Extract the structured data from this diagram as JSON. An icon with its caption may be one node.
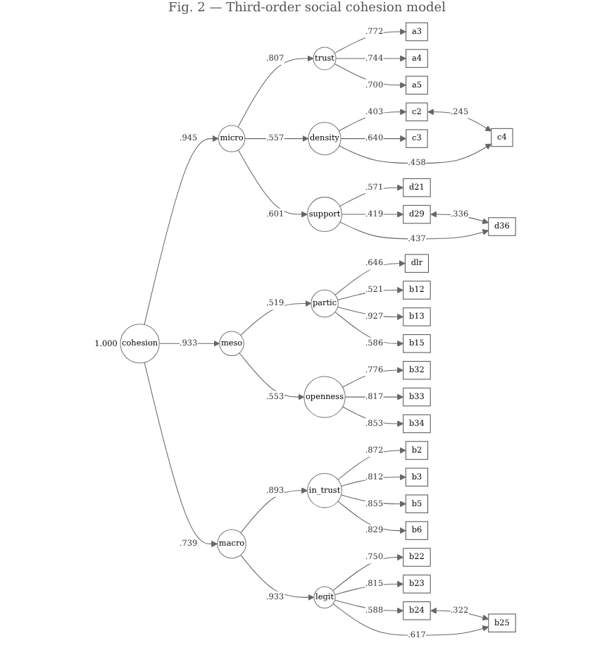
{
  "diagram": {
    "title": "Fig. 2 — Third-order social cohesion model",
    "nodes": [
      {
        "text": [
          "cohesion"
        ],
        "beside": [
          "1.000"
        ]
      },
      {
        "text": [
          "micro"
        ]
      },
      {
        "text": [
          "meso"
        ]
      },
      {
        "text": [
          "macro"
        ]
      },
      {
        "text": [
          "trust"
        ]
      },
      {
        "text": [
          "density"
        ]
      },
      {
        "text": [
          "support"
        ]
      },
      {
        "text": [
          "partic"
        ]
      },
      {
        "text": [
          "openness"
        ]
      },
      {
        "text": [
          "in_trust"
        ]
      },
      {
        "text": [
          "legit"
        ]
      },
      {
        "text": [
          "a3"
        ]
      },
      {
        "text": [
          "a4"
        ]
      },
      {
        "text": [
          "a5"
        ]
      },
      {
        "text": [
          "c2"
        ]
      },
      {
        "text": [
          "c3"
        ]
      },
      {
        "text": [
          "c4"
        ]
      },
      {
        "text": [
          "d21"
        ]
      },
      {
        "text": [
          "d29"
        ]
      },
      {
        "text": [
          "d36"
        ]
      },
      {
        "text": [
          "dlr"
        ]
      },
      {
        "text": [
          "b12"
        ]
      },
      {
        "text": [
          "b13"
        ]
      },
      {
        "text": [
          "b15"
        ]
      },
      {
        "text": [
          "b32"
        ]
      },
      {
        "text": [
          "b33"
        ]
      },
      {
        "text": [
          "b34"
        ]
      },
      {
        "text": [
          "b2"
        ]
      },
      {
        "text": [
          "b3"
        ]
      },
      {
        "text": [
          "b5"
        ]
      },
      {
        "text": [
          "b6"
        ]
      },
      {
        "text": [
          "b22"
        ]
      },
      {
        "text": [
          "b23"
        ]
      },
      {
        "text": [
          "b24"
        ]
      },
      {
        "text": [
          "b25"
        ]
      }
    ],
    "edges": [
      {
        "from": 0,
        "to": 1,
        "arrow": "to",
        "label": ".945"
      },
      {
        "from": 0,
        "to": 2,
        "arrow": "to",
        "label": ".933"
      },
      {
        "from": 0,
        "to": 3,
        "arrow": "to",
        "label": ".739"
      },
      {
        "from": 1,
        "to": 4,
        "arrow": "to",
        "label": ".807"
      },
      {
        "from": 1,
        "to": 5,
        "arrow": "to",
        "label": ".557"
      },
      {
        "from": 1,
        "to": 6,
        "arrow": "to",
        "label": ".601"
      },
      {
        "from": 2,
        "to": 7,
        "arrow": "to",
        "label": ".519"
      },
      {
        "from": 2,
        "to": 8,
        "arrow": "to",
        "label": ".553"
      },
      {
        "from": 3,
        "to": 9,
        "arrow": "to",
        "label": ".893"
      },
      {
        "from": 3,
        "to": 10,
        "arrow": "to",
        "label": ".933"
      },
      {
        "from": 4,
        "to": 11,
        "arrow": "to",
        "label": ".772"
      },
      {
        "from": 4,
        "to": 12,
        "arrow": "to",
        "label": ".744"
      },
      {
        "from": 4,
        "to": 13,
        "arrow": "to",
        "label": ".700"
      },
      {
        "from": 5,
        "to": 14,
        "arrow": "to",
        "label": ".403"
      },
      {
        "from": 5,
        "to": 15,
        "arrow": "to",
        "label": ".640"
      },
      {
        "from": 5,
        "to": 16,
        "arrow": "to",
        "label": ".458"
      },
      {
        "from": 14,
        "to": 16,
        "arrow": "both",
        "label": ".245"
      },
      {
        "from": 6,
        "to": 17,
        "arrow": "to",
        "label": ".571"
      },
      {
        "from": 6,
        "to": 18,
        "arrow": "to",
        "label": ".419"
      },
      {
        "from": 6,
        "to": 19,
        "arrow": "to",
        "label": ".437"
      },
      {
        "from": 18,
        "to": 19,
        "arrow": "both",
        "label": ".336"
      },
      {
        "from": 7,
        "to": 20,
        "arrow": "to",
        "label": ".646"
      },
      {
        "from": 7,
        "to": 21,
        "arrow": "to",
        "label": ".521"
      },
      {
        "from": 7,
        "to": 22,
        "arrow": "to",
        "label": ".927"
      },
      {
        "from": 7,
        "to": 23,
        "arrow": "to",
        "label": ".586"
      },
      {
        "from": 8,
        "to": 24,
        "arrow": "to",
        "label": ".776"
      },
      {
        "from": 8,
        "to": 25,
        "arrow": "to",
        "label": ".817"
      },
      {
        "from": 8,
        "to": 26,
        "arrow": "to",
        "label": ".853"
      },
      {
        "from": 9,
        "to": 27,
        "arrow": "to",
        "label": ".872"
      },
      {
        "from": 9,
        "to": 28,
        "arrow": "to",
        "label": ".812"
      },
      {
        "from": 9,
        "to": 29,
        "arrow": "to",
        "label": ".855"
      },
      {
        "from": 9,
        "to": 30,
        "arrow": "to",
        "label": ".829"
      },
      {
        "from": 10,
        "to": 31,
        "arrow": "to",
        "label": ".750"
      },
      {
        "from": 10,
        "to": 32,
        "arrow": "to",
        "label": ".815"
      },
      {
        "from": 10,
        "to": 33,
        "arrow": "to",
        "label": ".588"
      },
      {
        "from": 10,
        "to": 34,
        "arrow": "to",
        "label": ".617"
      },
      {
        "from": 33,
        "to": 34,
        "arrow": "both",
        "label": ".322"
      }
    ]
  }
}
